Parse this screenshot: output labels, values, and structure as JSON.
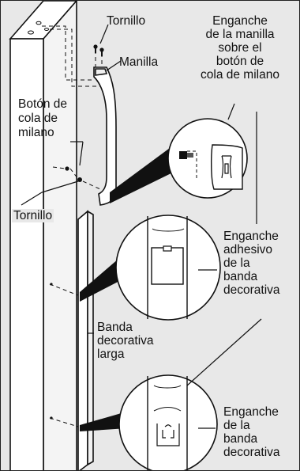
{
  "labels": {
    "screw_top": "Tornillo",
    "handle": "Manilla",
    "button_1": "Botón de",
    "button_2": "cola de",
    "button_3": "milano",
    "screw_bottom": "Tornillo",
    "handle_hook_1": "Enganche",
    "handle_hook_2": "de la manilla",
    "handle_hook_3": "sobre el",
    "handle_hook_4": "botón de",
    "handle_hook_5": "cola de milano",
    "adhesive_1": "Enganche",
    "adhesive_2": "adhesivo",
    "adhesive_3": "de la",
    "adhesive_4": "banda",
    "adhesive_5": "decorativa",
    "long_strip_1": "Banda",
    "long_strip_2": "decorativa",
    "long_strip_3": "larga",
    "strip_hook_1": "Enganche",
    "strip_hook_2": "de la",
    "strip_hook_3": "banda",
    "strip_hook_4": "decorativa"
  },
  "colors": {
    "background": "#e8e8e8",
    "line": "#111111",
    "panel": "#ffffff"
  }
}
